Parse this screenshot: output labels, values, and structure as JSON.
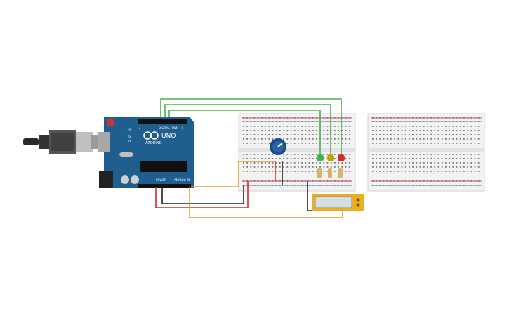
{
  "arduino": {
    "brand": "ARDUINO",
    "model": "UNO",
    "digital_label": "DIGITAL (PWM ~)",
    "power_label": "POWER",
    "analog_label": "ANALOG IN",
    "on_label": "ON",
    "tx_label": "TX",
    "rx_label": "RX",
    "l_label": "L"
  },
  "colors": {
    "arduino_board": "#1f5f8f",
    "wire_green": "#4caf50",
    "wire_orange": "#e89a2c",
    "wire_red": "#d22b2b",
    "wire_black": "#222222",
    "breadboard": "#f2f2f2",
    "rail_red": "#d84a4a",
    "rail_blue": "#5a7fd1",
    "led_green": "#3ab54a",
    "led_yellow": "#c8a200",
    "led_red": "#d82a2a",
    "potentiometer": "#1b4d8a",
    "lcd_frame": "#e8b020",
    "lcd_screen": "#d8dde0",
    "usb_cable": "#2a2a2a"
  },
  "icons": {
    "usb": "usb-cable-icon",
    "pot": "potentiometer-icon",
    "led": "led-icon",
    "resistor": "resistor-icon",
    "lcd": "lcd-display-icon"
  }
}
